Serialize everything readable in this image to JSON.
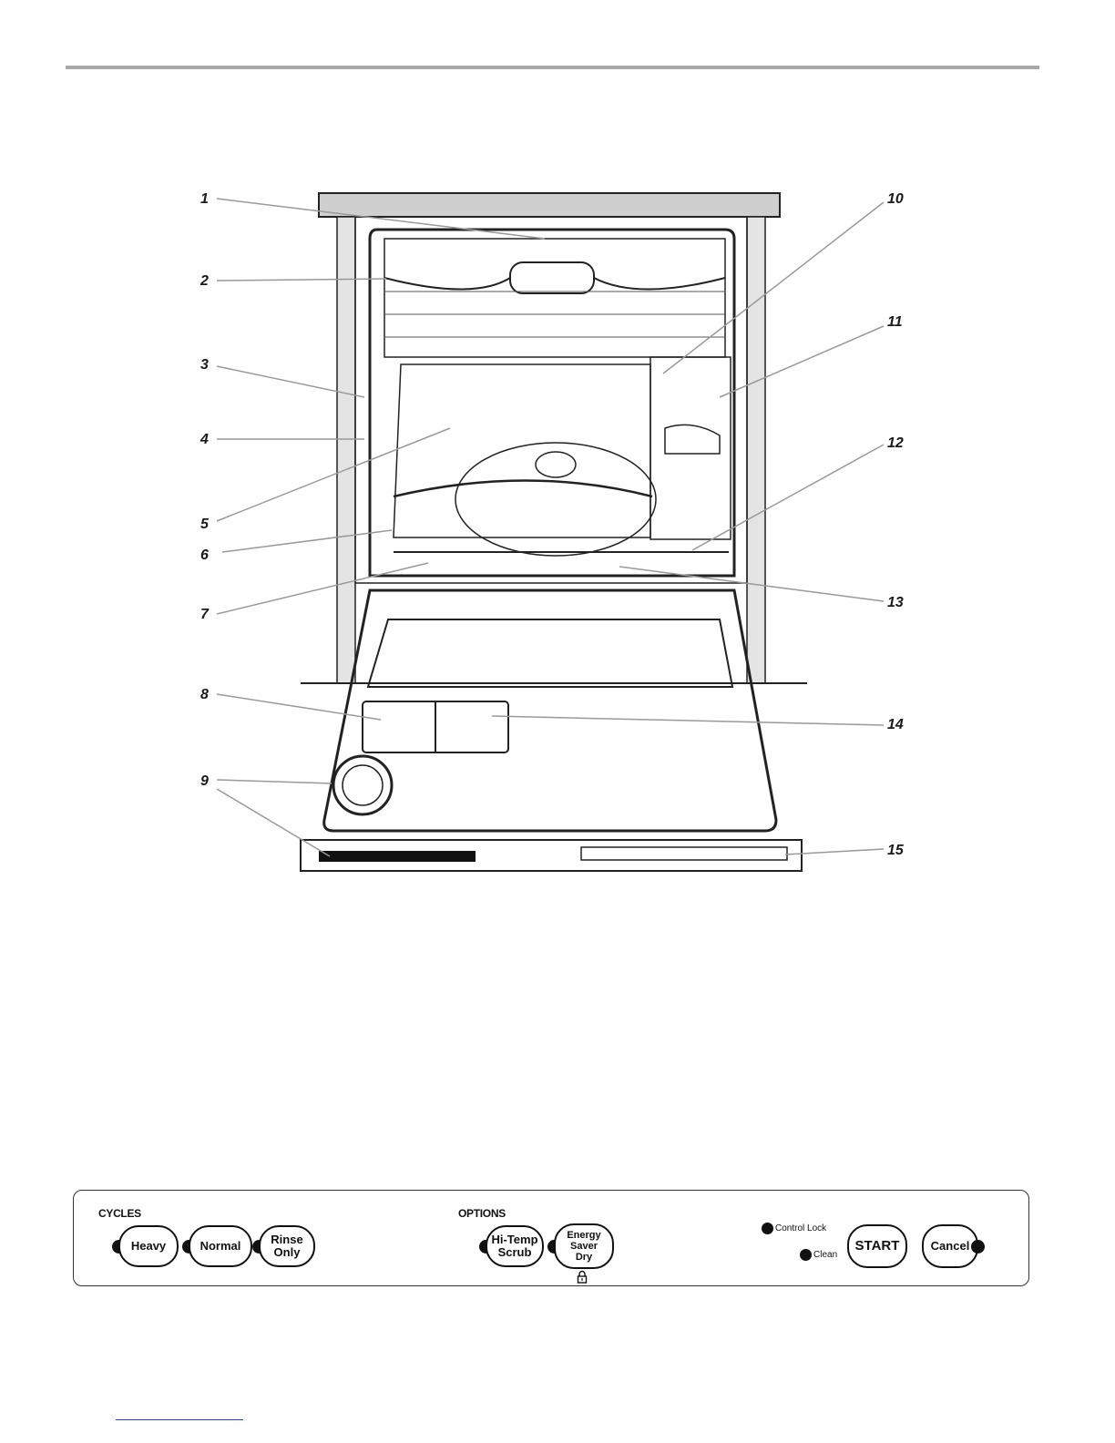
{
  "callouts": [
    "1",
    "2",
    "3",
    "4",
    "5",
    "6",
    "7",
    "8",
    "9",
    "10",
    "11",
    "12",
    "13",
    "14",
    "15"
  ],
  "control_panel": {
    "cycles": {
      "label": "CYCLES",
      "buttons": [
        {
          "line1": "Heavy",
          "line2": ""
        },
        {
          "line1": "Normal",
          "line2": ""
        },
        {
          "line1": "Rinse",
          "line2": "Only"
        }
      ]
    },
    "options": {
      "label": "OPTIONS",
      "buttons": [
        {
          "line1": "Hi-Temp",
          "line2": "Scrub",
          "line3": ""
        },
        {
          "line1": "Energy",
          "line2": "Saver",
          "line3": "Dry"
        }
      ],
      "lock_icon": "padlock-icon"
    },
    "indicators": {
      "control_lock": "Control Lock",
      "clean": "Clean"
    },
    "start_label": "START",
    "cancel_label": "Cancel"
  }
}
